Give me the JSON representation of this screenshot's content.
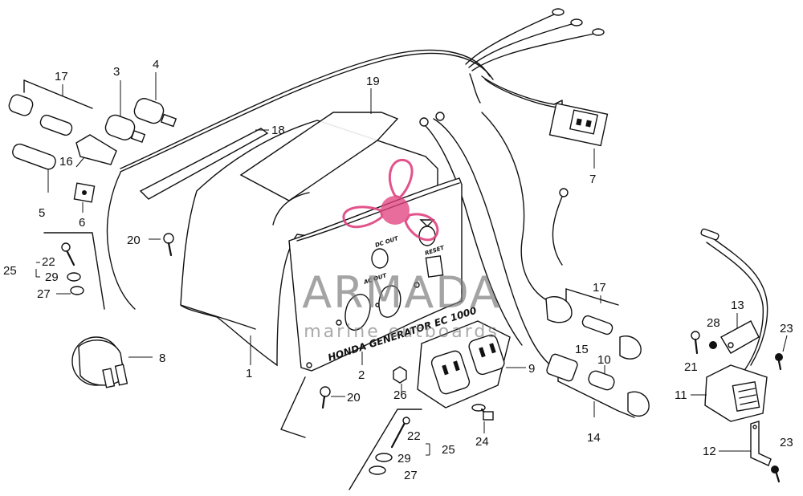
{
  "labels": [
    {
      "text": "1"
    },
    {
      "text": "2"
    },
    {
      "text": "3"
    },
    {
      "text": "4"
    },
    {
      "text": "5"
    },
    {
      "text": "6"
    },
    {
      "text": "7"
    },
    {
      "text": "8"
    },
    {
      "text": "9"
    },
    {
      "text": "10"
    },
    {
      "text": "11"
    },
    {
      "text": "12"
    },
    {
      "text": "13"
    },
    {
      "text": "14"
    },
    {
      "text": "15"
    },
    {
      "text": "16"
    },
    {
      "text": "17"
    },
    {
      "text": "17"
    },
    {
      "text": "18"
    },
    {
      "text": "19"
    },
    {
      "text": "20"
    },
    {
      "text": "20"
    },
    {
      "text": "21"
    },
    {
      "text": "22"
    },
    {
      "text": "22"
    },
    {
      "text": "23"
    },
    {
      "text": "23"
    },
    {
      "text": "24"
    },
    {
      "text": "25"
    },
    {
      "text": "25"
    },
    {
      "text": "26"
    },
    {
      "text": "27"
    },
    {
      "text": "27"
    },
    {
      "text": "28"
    },
    {
      "text": "29"
    },
    {
      "text": "29"
    }
  ],
  "panel_text": {
    "brand": "HONDA GENERATOR EC 1000",
    "ac_out": "AC OUT",
    "dc_out": "DC OUT",
    "reset": "RESET"
  },
  "watermark": {
    "brand": "ARMADA",
    "tagline": "marine outboards",
    "color": "#e0417f"
  }
}
